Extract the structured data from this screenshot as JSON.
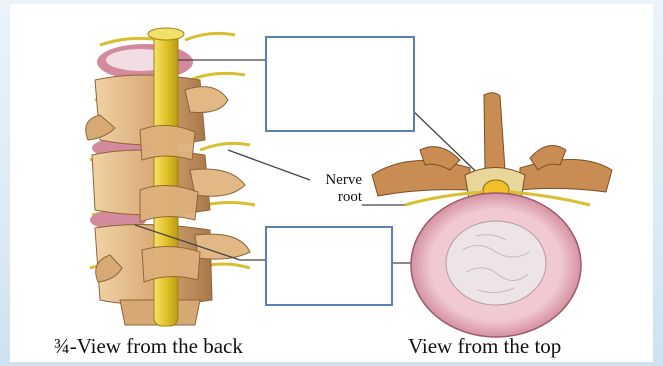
{
  "diagram": {
    "caption_left": "¾-View from the back",
    "caption_right": "View from the top",
    "nerve_label_line1": "Nerve",
    "nerve_label_line2": "root",
    "answer_box_top": "",
    "answer_box_bottom": ""
  },
  "colors": {
    "bone": "#d7ab78",
    "bone_shadow": "#a9784a",
    "nerve": "#e8cf3a",
    "disc_outer": "#d98ea0",
    "disc_inner": "#eedfe3",
    "box_border": "#5b7fb8"
  }
}
